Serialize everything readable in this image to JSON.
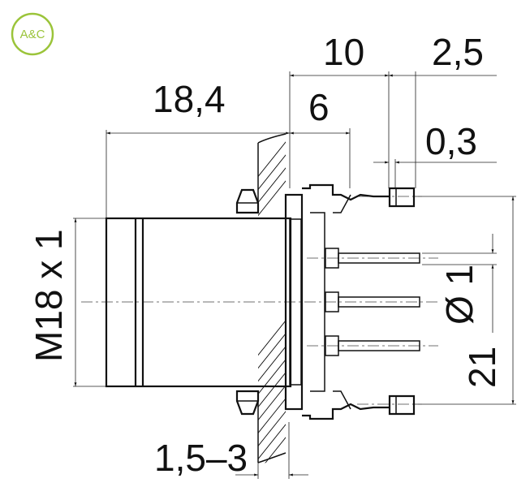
{
  "logo": {
    "text": "A&C",
    "color": "#9bc43a"
  },
  "dimensions": {
    "overall_length": "18,4",
    "rear_length": "10",
    "pin_length": "6",
    "pin_offset": "2,5",
    "pin_thickness": "0,3",
    "thread": "M18 x 1",
    "pin_diameter": "Ø 1",
    "height": "21",
    "panel_thickness": "1,5–3"
  }
}
